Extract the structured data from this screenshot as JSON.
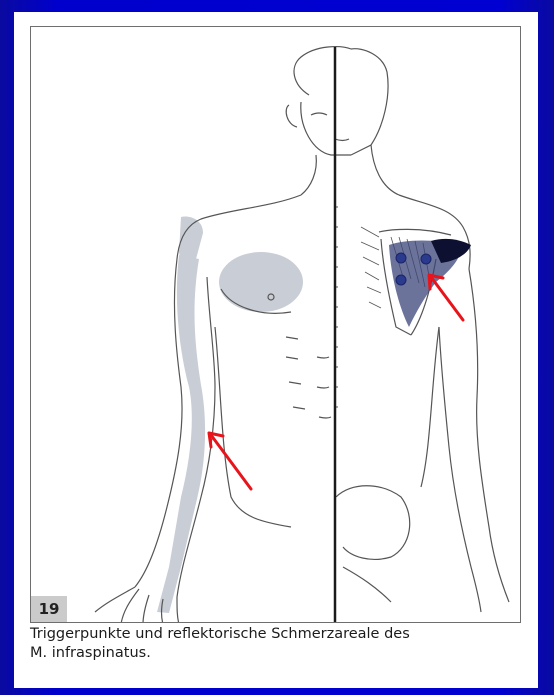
{
  "figure": {
    "number": "19",
    "caption": "Triggerpunkte und reflektorische Schmerzareale des\nM. infraspinatus."
  },
  "colors": {
    "background": "#0000cc",
    "pain_area": "#c9cdd6",
    "arrow": "#e8141b",
    "trigger_point": "#2a3a8c",
    "outline": "#555555"
  },
  "illustration": {
    "views": [
      "front-view",
      "back-view"
    ],
    "trigger_point_count": 3,
    "arrow_count": 2
  }
}
